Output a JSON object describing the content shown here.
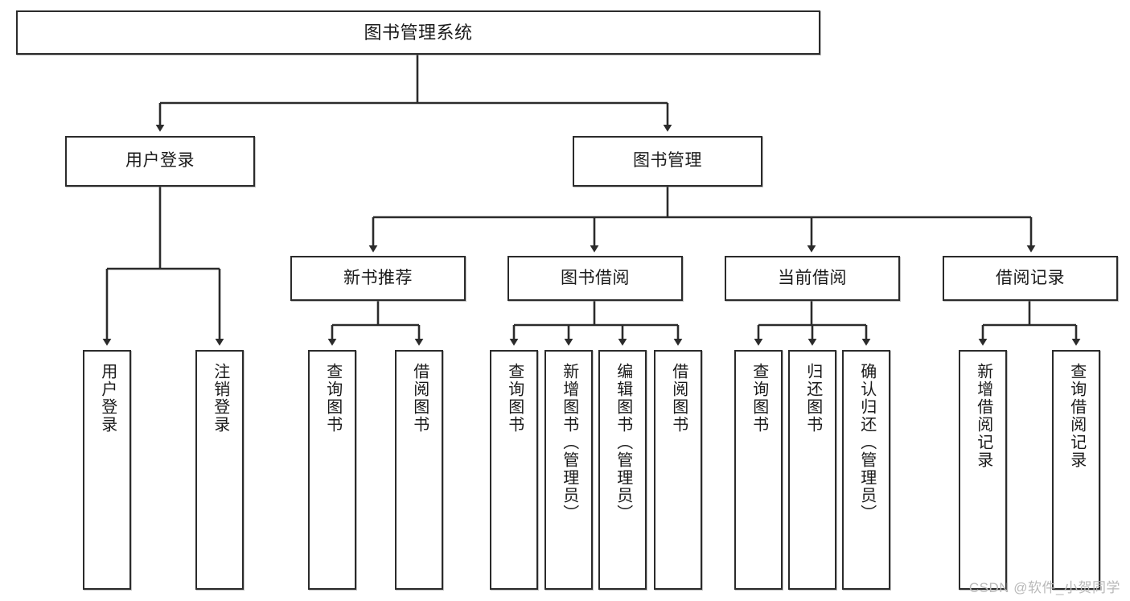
{
  "diagram": {
    "title": "图书管理系统",
    "type": "tree-hierarchy-chart",
    "colors": {
      "box_border": "#2b2b2b",
      "box_fill": "#ffffff",
      "edge": "#2b2b2b",
      "text": "#1a1a1a",
      "watermark": "#b9b9b9"
    },
    "watermark": "CSDN @软件_小贺同学",
    "levels": {
      "root": {
        "label": "图书管理系统"
      },
      "level2": [
        {
          "id": "user-login",
          "label": "用户登录"
        },
        {
          "id": "book-management",
          "label": "图书管理"
        }
      ],
      "level3": [
        {
          "id": "new-book-recommend",
          "label": "新书推荐",
          "parent": "book-management"
        },
        {
          "id": "book-borrow",
          "label": "图书借阅",
          "parent": "book-management"
        },
        {
          "id": "current-borrow",
          "label": "当前借阅",
          "parent": "book-management"
        },
        {
          "id": "borrow-record",
          "label": "借阅记录",
          "parent": "book-management"
        }
      ],
      "leaves": {
        "user-login": [
          {
            "id": "leaf-user-login",
            "label": "用户登录"
          },
          {
            "id": "leaf-logout-login",
            "label": "注销登录"
          }
        ],
        "new-book-recommend": [
          {
            "id": "leaf-query-book-1",
            "label": "查询图书"
          },
          {
            "id": "leaf-borrow-book-1",
            "label": "借阅图书"
          }
        ],
        "book-borrow": [
          {
            "id": "leaf-query-book-2",
            "label": "查询图书"
          },
          {
            "id": "leaf-add-book",
            "label": "新增图书（管理员）"
          },
          {
            "id": "leaf-edit-book",
            "label": "编辑图书（管理员）"
          },
          {
            "id": "leaf-borrow-book-2",
            "label": "借阅图书"
          }
        ],
        "current-borrow": [
          {
            "id": "leaf-query-book-3",
            "label": "查询图书"
          },
          {
            "id": "leaf-return-book",
            "label": "归还图书"
          },
          {
            "id": "leaf-confirm-return",
            "label": "确认归还（管理员）"
          }
        ],
        "borrow-record": [
          {
            "id": "leaf-add-record",
            "label": "新增借阅记录"
          },
          {
            "id": "leaf-query-record",
            "label": "查询借阅记录"
          }
        ]
      }
    }
  }
}
